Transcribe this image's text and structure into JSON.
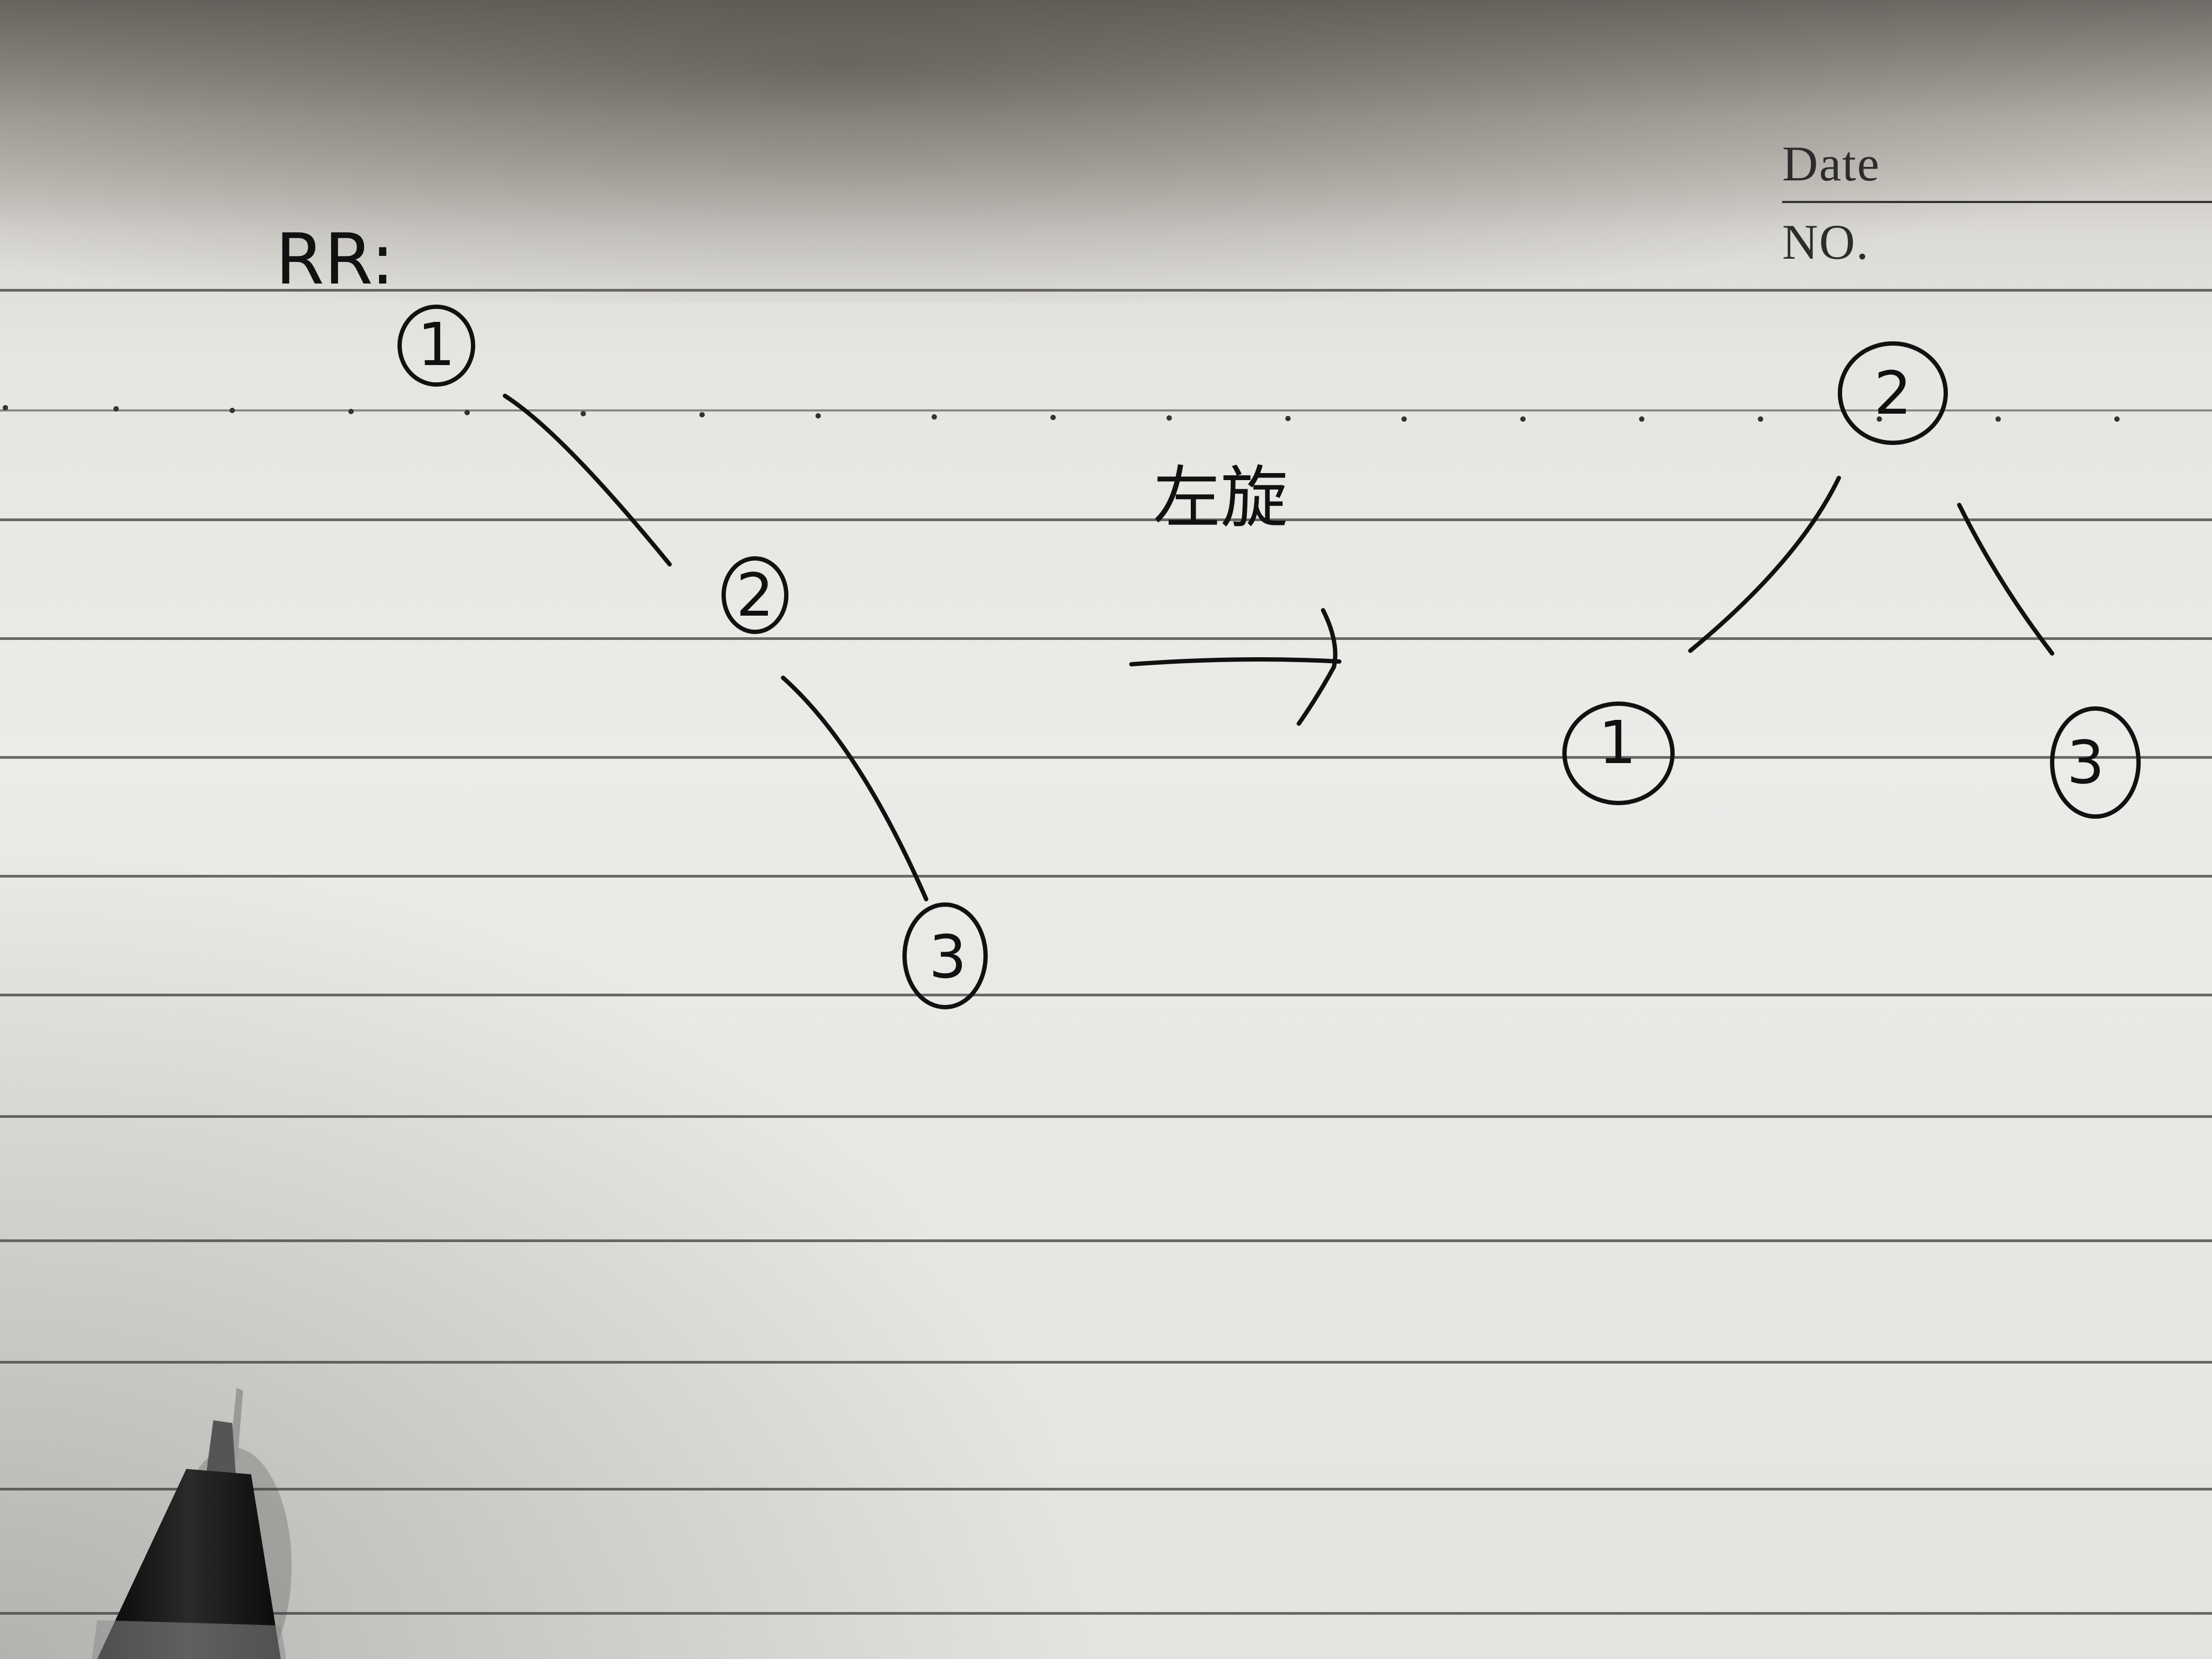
{
  "header": {
    "date_label": "Date",
    "no_label": "NO."
  },
  "notes": {
    "title": "RR:",
    "transform_label": "左旋"
  },
  "before_tree": {
    "nodes": [
      {
        "id": "1",
        "label": "1"
      },
      {
        "id": "2",
        "label": "2"
      },
      {
        "id": "3",
        "label": "3"
      }
    ],
    "edges": [
      {
        "from": "1",
        "to": "2"
      },
      {
        "from": "2",
        "to": "3"
      }
    ]
  },
  "after_tree": {
    "nodes": [
      {
        "id": "2",
        "label": "2"
      },
      {
        "id": "1",
        "label": "1"
      },
      {
        "id": "3",
        "label": "3"
      }
    ],
    "edges": [
      {
        "from": "2",
        "to": "1"
      },
      {
        "from": "2",
        "to": "3"
      }
    ]
  },
  "colors": {
    "ink": "#111111",
    "paper": "#e8e7e3",
    "rule": "#3d3d3d"
  }
}
